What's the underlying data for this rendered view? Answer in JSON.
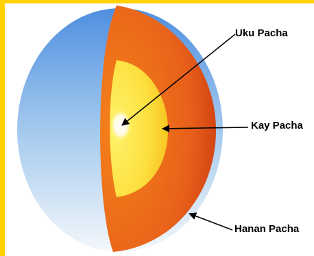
{
  "labels": {
    "uku": "Uku Pacha",
    "kay": "Kay Pacha",
    "hanan": "Hanan Pacha"
  },
  "colors": {
    "frame": "#ffd200",
    "sky_top": "#4f8fe0",
    "sky_bottom": "#f4f8fb",
    "mantle_outer": "#cf3f12",
    "mantle_inner": "#f5821a",
    "core_outer": "#f7c21a",
    "core_inner": "#fff26a",
    "center": "#ffffff"
  }
}
